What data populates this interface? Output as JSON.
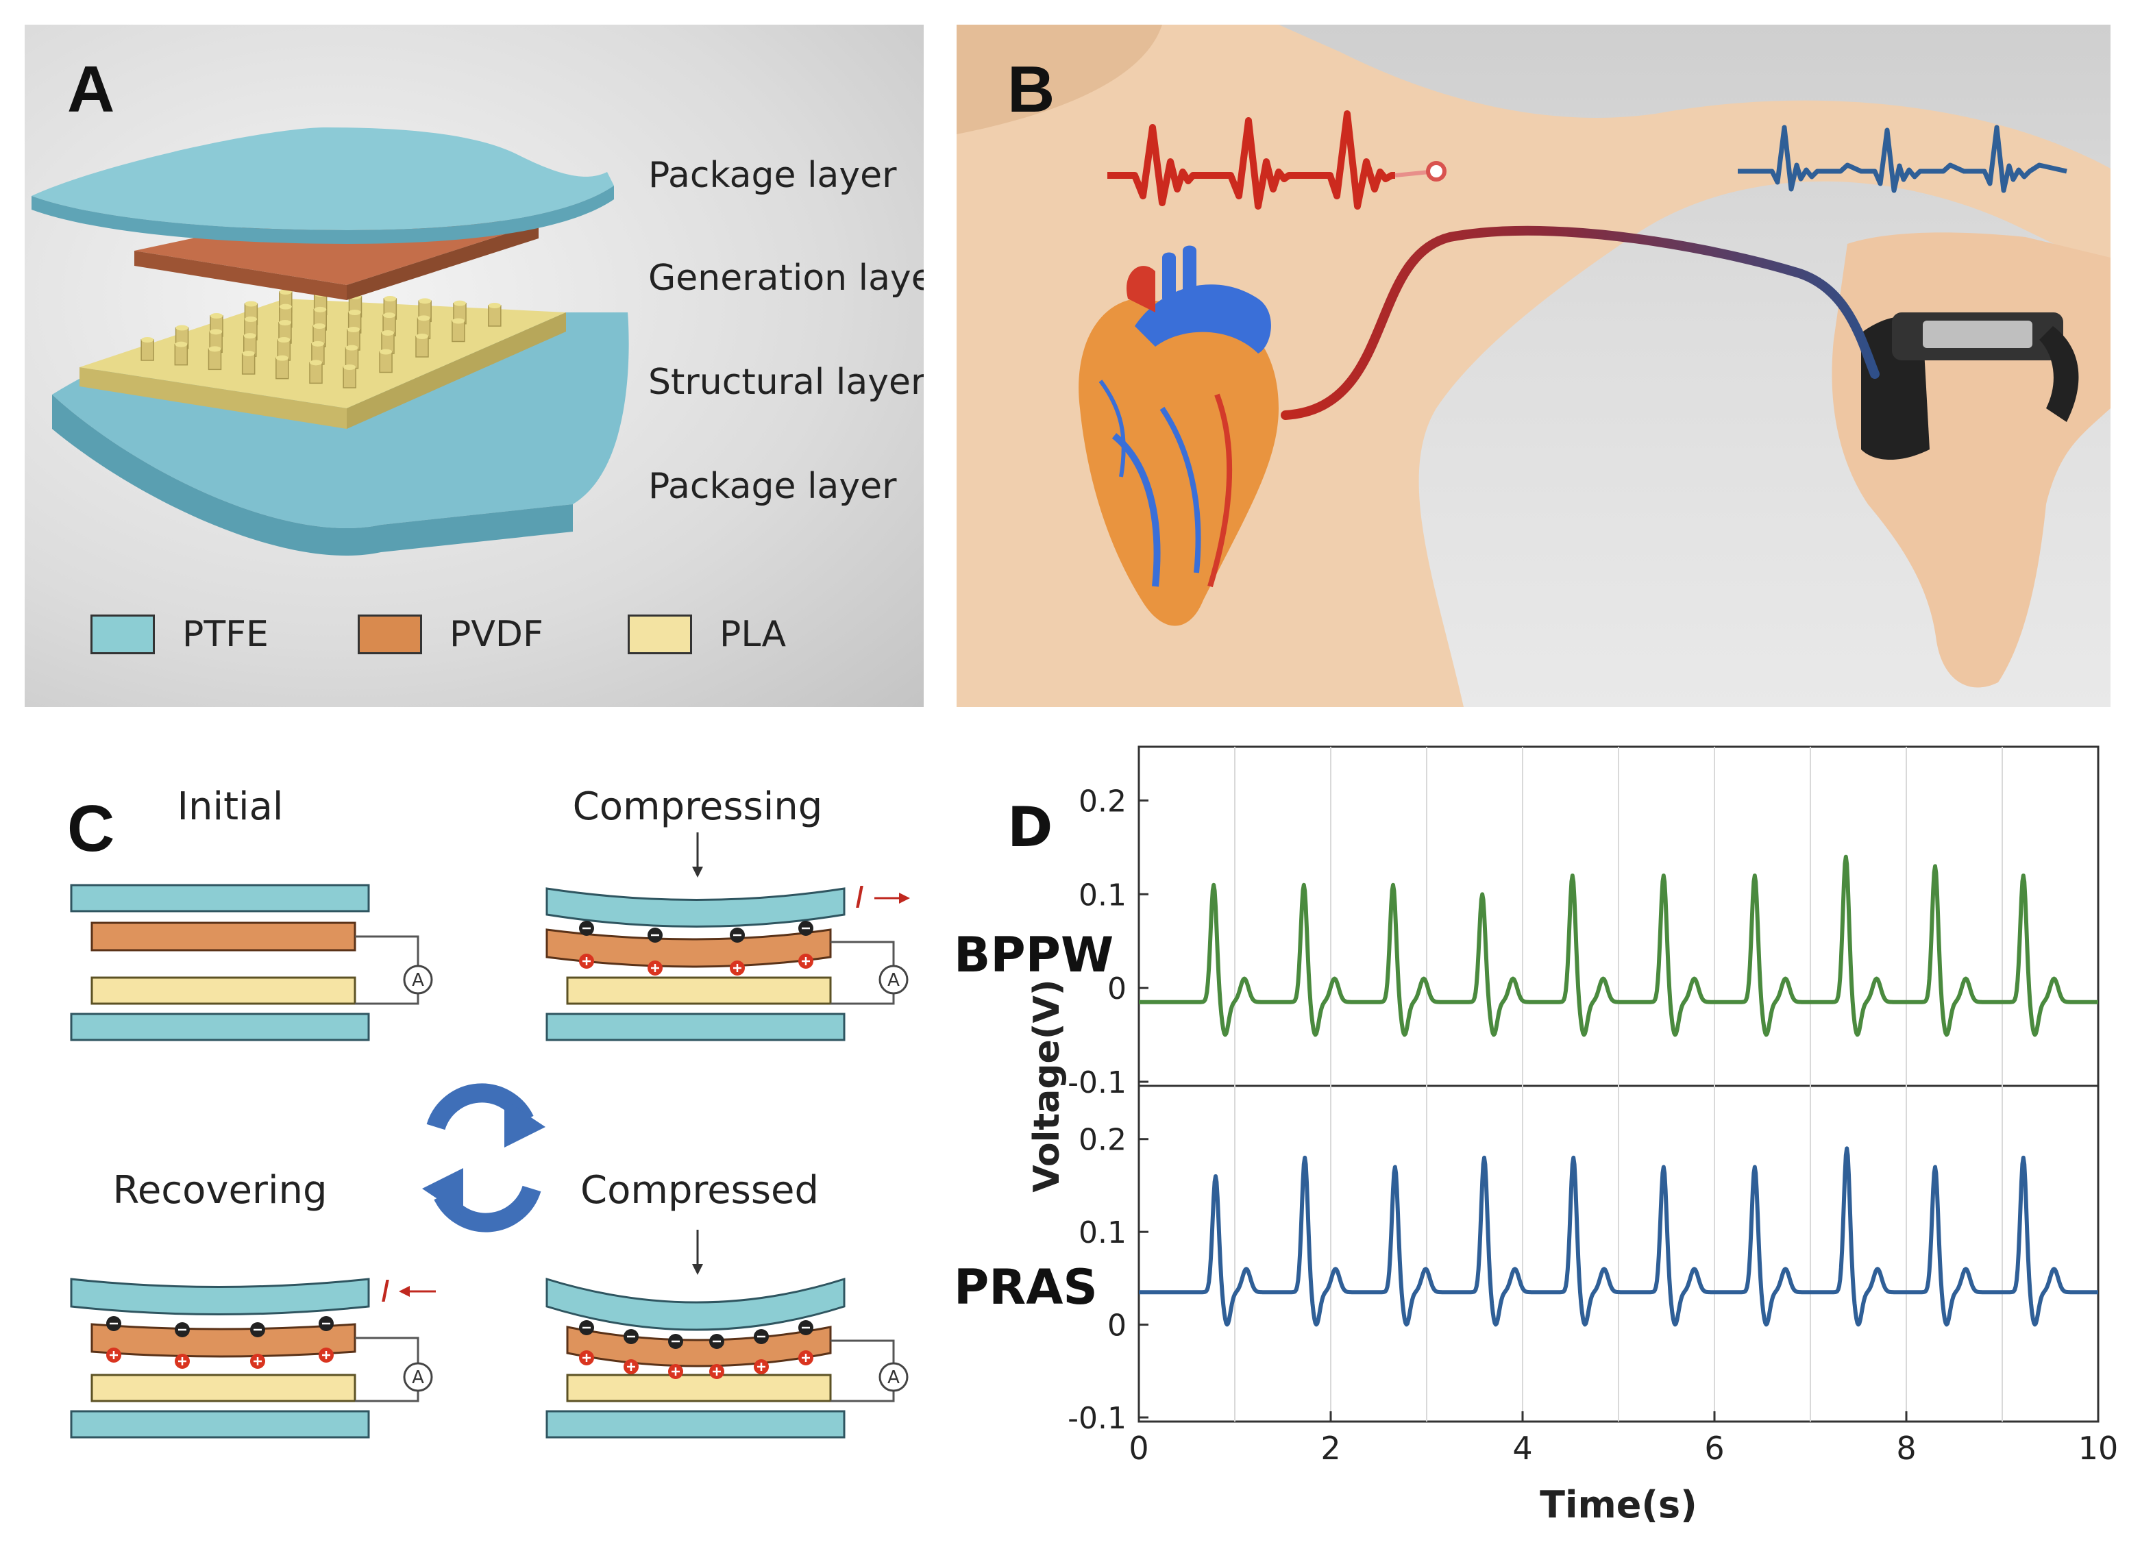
{
  "panels": {
    "a": {
      "letter": "A",
      "layers": [
        "Package layer",
        "Generation layer",
        "Structural layer",
        "Package layer"
      ],
      "legend": [
        {
          "label": "PTFE",
          "color": "#8ccdd3"
        },
        {
          "label": "PVDF",
          "color": "#d98a4e"
        },
        {
          "label": "PLA",
          "color": "#f3e3a2"
        }
      ]
    },
    "b": {
      "letter": "B",
      "pulse_color": "#cc2a1e",
      "wrist_color": "#2f5f97"
    },
    "c": {
      "letter": "C",
      "stages": {
        "initial": "Initial",
        "compressing": "Compressing",
        "recovering": "Recovering",
        "compressed": "Compressed"
      },
      "current_symbol": "I",
      "ammeter_symbol": "A"
    },
    "d": {
      "letter": "D"
    }
  },
  "chart_data": {
    "type": "line",
    "xlabel": "Time(s)",
    "ylabel": "Voltage(V)",
    "xlim": [
      0,
      10
    ],
    "xticks": [
      0,
      2,
      4,
      6,
      8,
      10
    ],
    "subplots": [
      {
        "name": "BPPW",
        "color": "#4a8a3e",
        "ylim": [
          -0.1,
          0.25
        ],
        "yticks": [
          "0.2",
          "0.1",
          "0",
          "-0.1"
        ],
        "baseline": -0.015,
        "beats": [
          {
            "t": 0.78,
            "peak": 0.11
          },
          {
            "t": 1.72,
            "peak": 0.11
          },
          {
            "t": 2.65,
            "peak": 0.11
          },
          {
            "t": 3.58,
            "peak": 0.1
          },
          {
            "t": 4.52,
            "peak": 0.12
          },
          {
            "t": 5.47,
            "peak": 0.12
          },
          {
            "t": 6.42,
            "peak": 0.12
          },
          {
            "t": 7.37,
            "peak": 0.14
          },
          {
            "t": 8.3,
            "peak": 0.13
          },
          {
            "t": 9.22,
            "peak": 0.12
          }
        ]
      },
      {
        "name": "PRAS",
        "color": "#2f5f97",
        "ylim": [
          -0.1,
          0.25
        ],
        "yticks": [
          "0.2",
          "0.1",
          "0",
          "-0.1"
        ],
        "baseline": 0.035,
        "beats": [
          {
            "t": 0.8,
            "peak": 0.16
          },
          {
            "t": 1.73,
            "peak": 0.18
          },
          {
            "t": 2.67,
            "peak": 0.17
          },
          {
            "t": 3.6,
            "peak": 0.18
          },
          {
            "t": 4.53,
            "peak": 0.18
          },
          {
            "t": 5.47,
            "peak": 0.17
          },
          {
            "t": 6.42,
            "peak": 0.17
          },
          {
            "t": 7.38,
            "peak": 0.19
          },
          {
            "t": 8.3,
            "peak": 0.17
          },
          {
            "t": 9.22,
            "peak": 0.18
          }
        ]
      }
    ]
  }
}
